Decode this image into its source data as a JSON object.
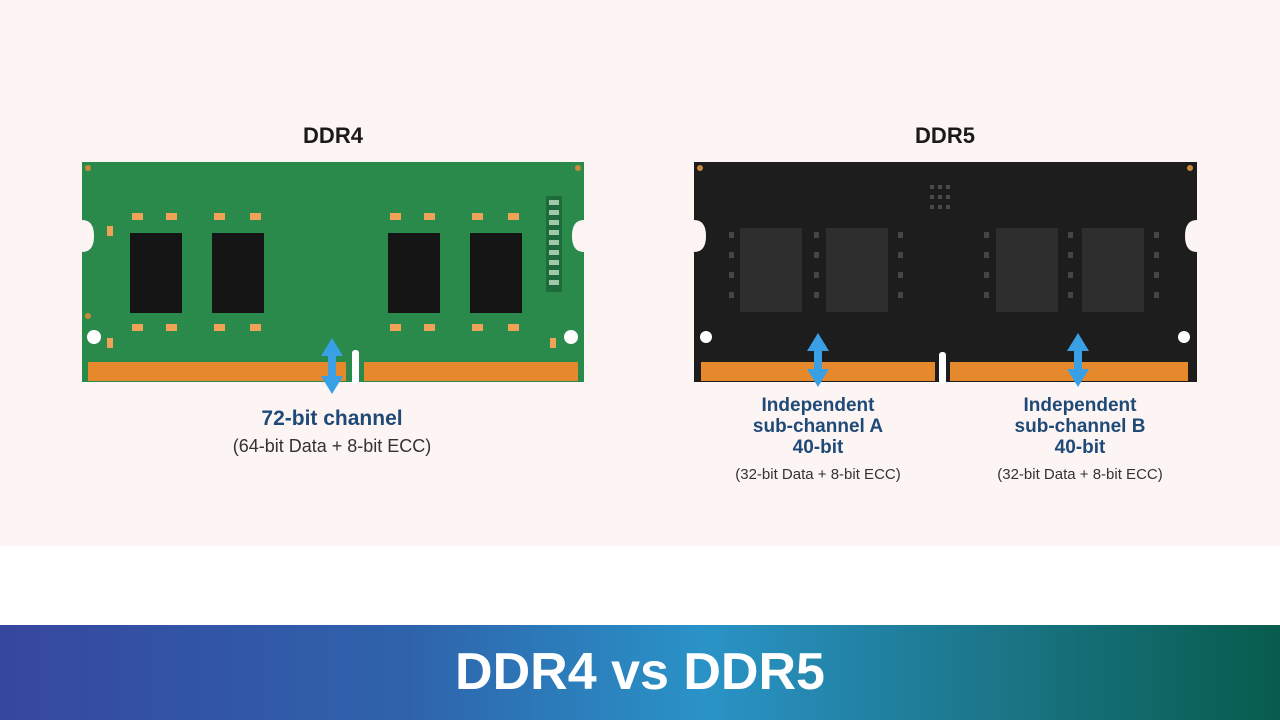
{
  "colors": {
    "background": "#fdf5f4",
    "ddr4_pcb": "#2a8a4c",
    "ddr5_pcb": "#1d1d1d",
    "contacts": "#e5892c",
    "arrow": "#3aa0e6",
    "channel_text": "#1f4a78",
    "banner_start": "#36479e",
    "banner_end": "#075c4c"
  },
  "icons": {
    "channel_arrow": "double-headed-arrow-icon",
    "memory_chip": "dram-chip-icon"
  },
  "ddr4": {
    "title": "DDR4",
    "channel_title": "72-bit channel",
    "channel_detail": "(64-bit Data + 8-bit ECC)"
  },
  "ddr5": {
    "title": "DDR5",
    "channel_a": {
      "line1": "Independent",
      "line2": "sub-channel A",
      "line3": "40-bit",
      "detail": "(32-bit Data + 8-bit ECC)"
    },
    "channel_b": {
      "line1": "Independent",
      "line2": "sub-channel B",
      "line3": "40-bit",
      "detail": "(32-bit Data + 8-bit ECC)"
    }
  },
  "banner": {
    "title": "DDR4 vs DDR5"
  }
}
